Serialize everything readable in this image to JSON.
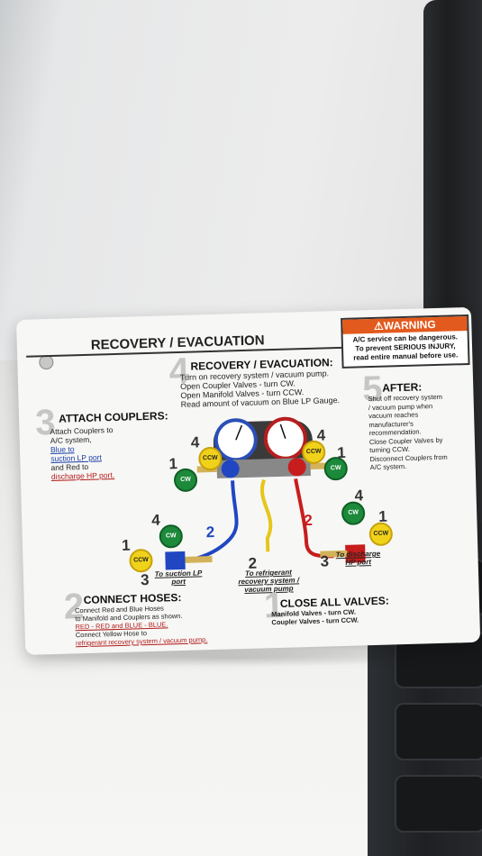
{
  "card": {
    "title": "RECOVERY / EVACUATION",
    "warning": {
      "header": "⚠WARNING",
      "line1": "A/C service can be dangerous.",
      "line2": "To prevent SERIOUS INJURY,",
      "line3": "read entire manual before use."
    },
    "step1": {
      "number": "1",
      "title": "CLOSE ALL VALVES:",
      "lines": [
        "Manifold Valves - turn CW.",
        "Coupler Valves - turn CCW."
      ]
    },
    "step2": {
      "number": "2",
      "title": "CONNECT HOSES:",
      "lines": [
        "Connect Red and Blue Hoses",
        "to Manifold and Couplers as shown.",
        "RED - RED and BLUE - BLUE.",
        "Connect Yellow Hose to",
        "refrigerant recovery system / vacuum pump."
      ]
    },
    "step3": {
      "number": "3",
      "title": "ATTACH COUPLERS:",
      "lines": [
        "Attach Couplers to",
        "A/C system,",
        "Blue to",
        "suction LP port",
        "and Red to",
        "discharge HP port."
      ]
    },
    "step4": {
      "number": "4",
      "title": "RECOVERY / EVACUATION:",
      "lines": [
        "Turn on recovery system / vacuum pump.",
        "Open Coupler Valves - turn CW.",
        "Open Manifold Valves - turn CCW.",
        "Read amount of vacuum on Blue LP Gauge."
      ]
    },
    "step5": {
      "number": "5",
      "title": "AFTER:",
      "lines": [
        "Shut off recovery system",
        "/ vacuum pump when",
        "vacuum reaches",
        "manufacturer's",
        "recommendation.",
        "Close Coupler Valves by",
        "turning CCW.",
        "Disconnect Couplers from",
        "A/C system."
      ]
    },
    "badges": {
      "ccw": "CCW",
      "cw": "CW"
    },
    "diagram_labels": {
      "suction": "To suction LP port",
      "refrigerant": "To refrigerant recovery system / vacuum pump",
      "discharge": "To discharge HP port"
    },
    "diagram_numbers": {
      "n1": "1",
      "n2": "2",
      "n3": "3",
      "n4": "4"
    }
  }
}
